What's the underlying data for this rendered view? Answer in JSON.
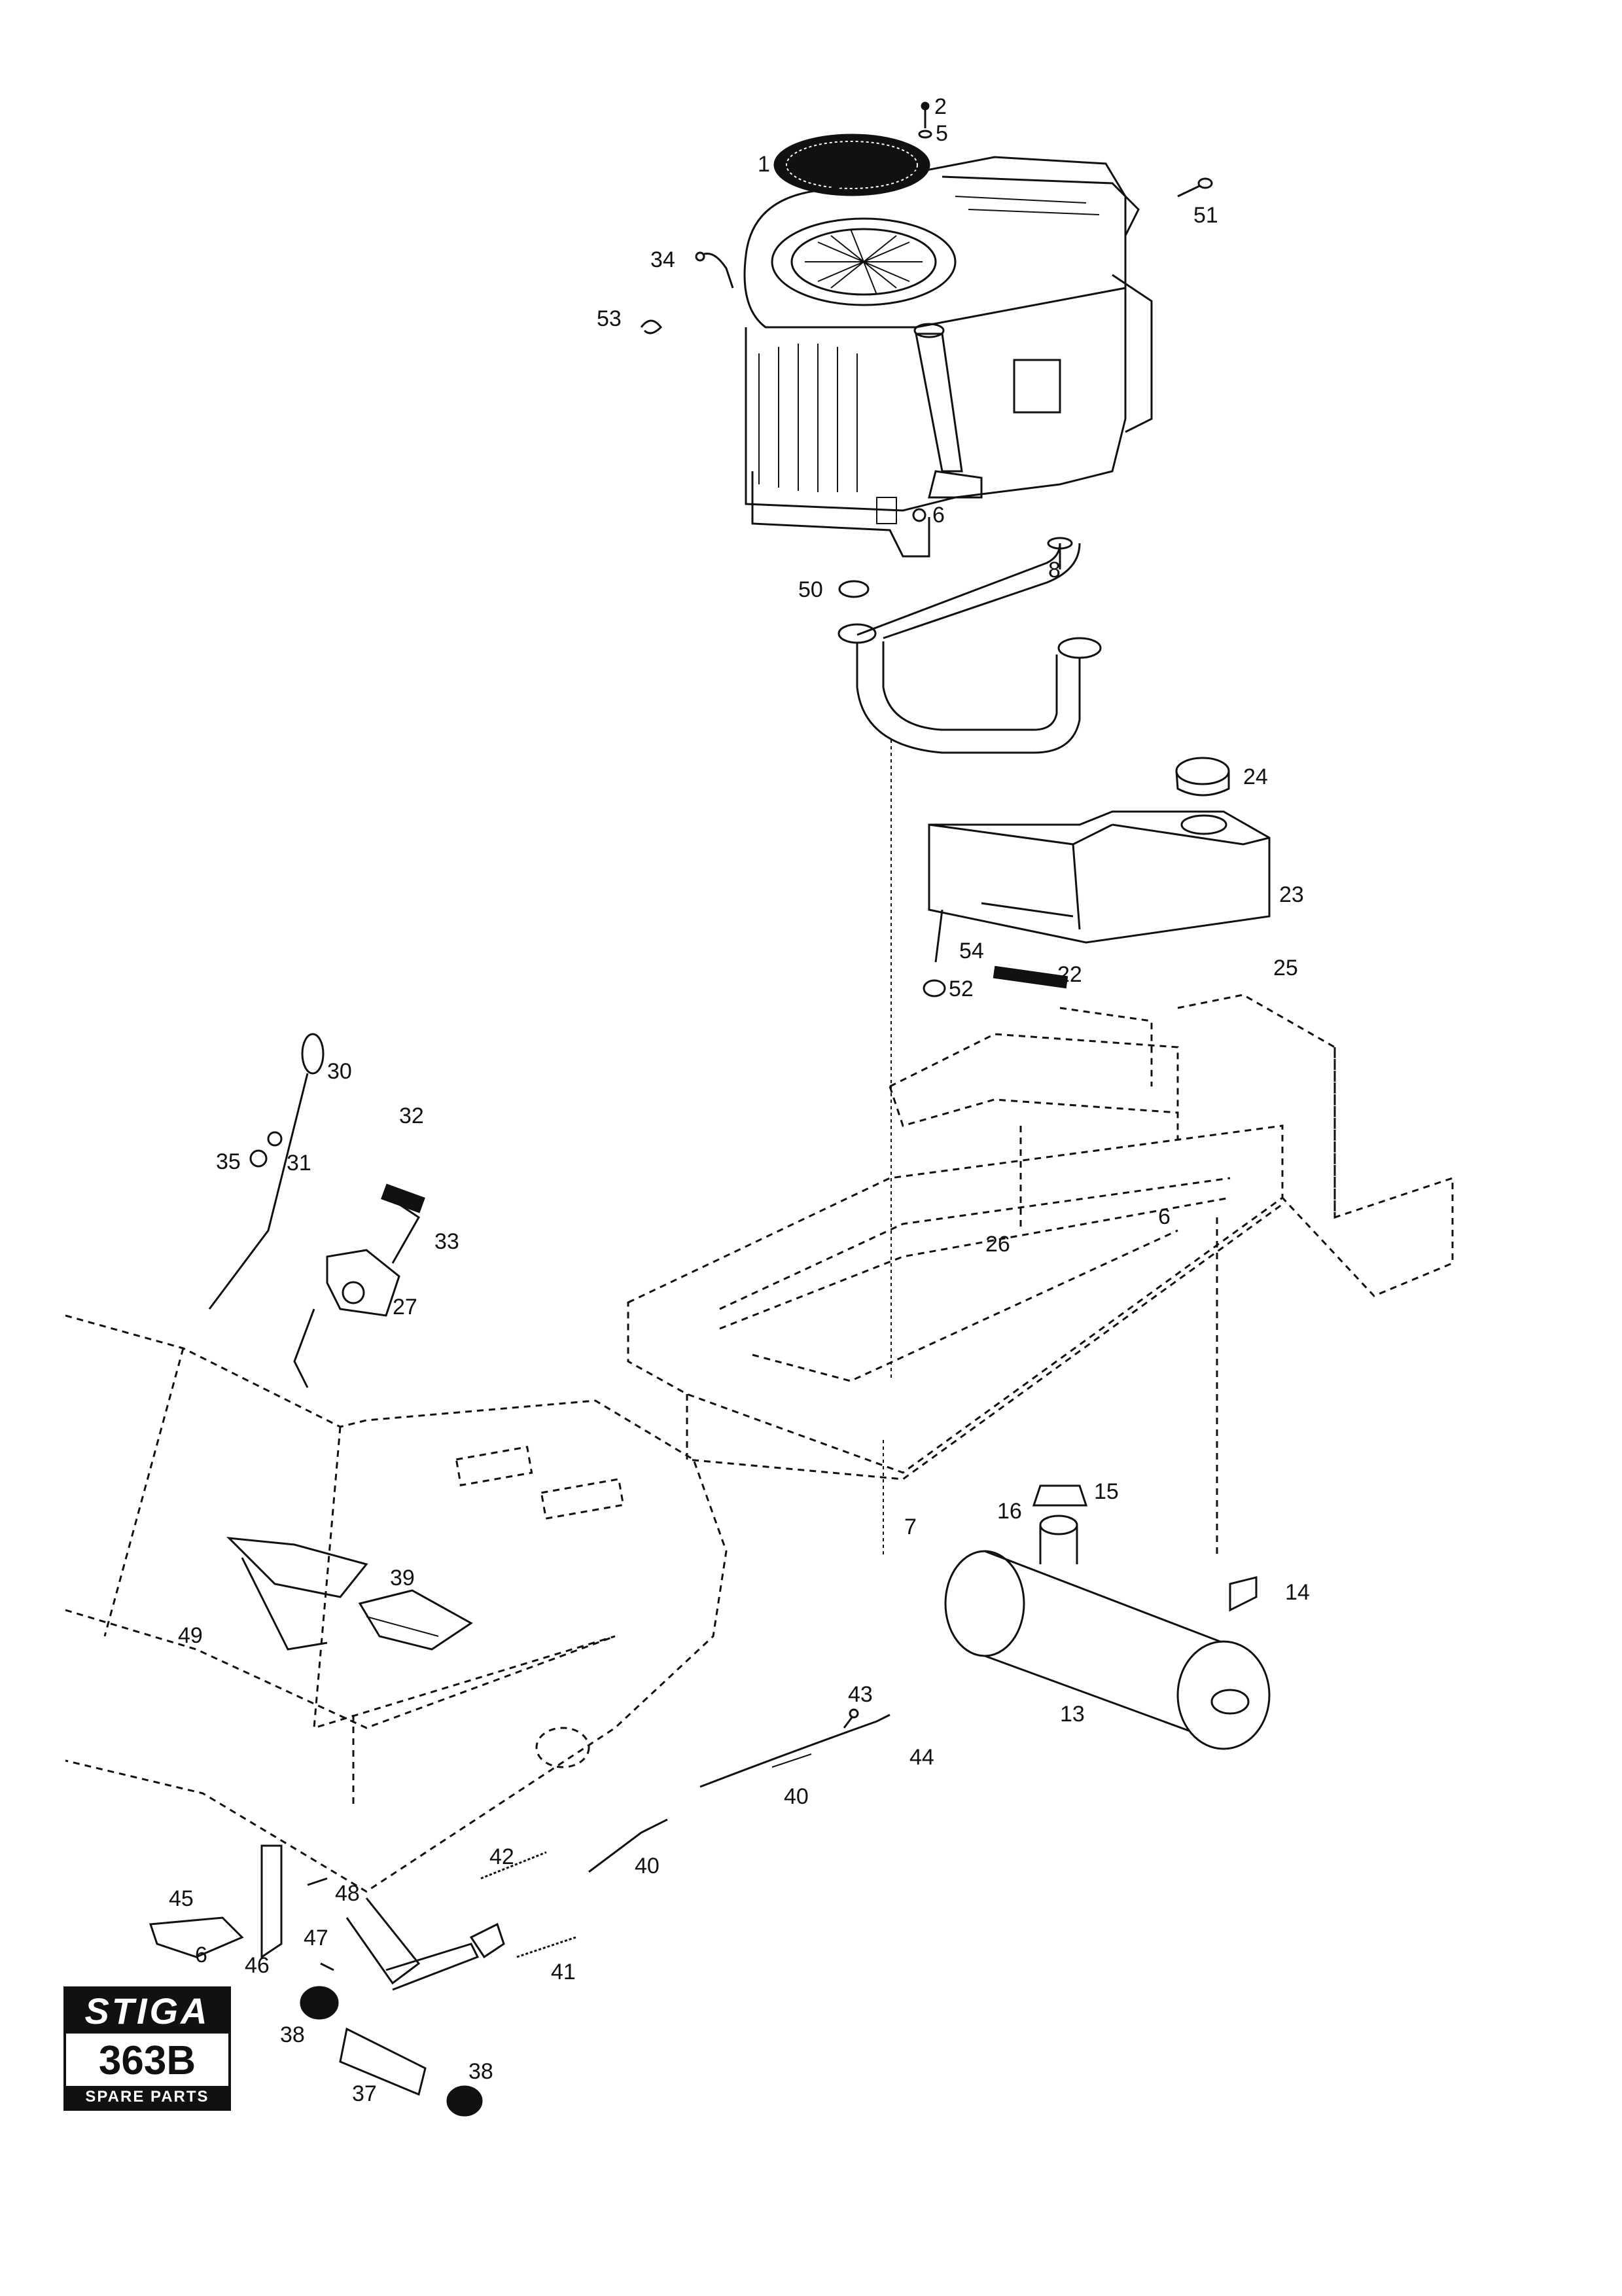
{
  "logo": {
    "brand": "STIGA",
    "model": "363B",
    "subtitle": "SPARE PARTS"
  },
  "callouts": [
    "1",
    "2",
    "5",
    "51",
    "34",
    "53",
    "6",
    "8",
    "50",
    "24",
    "23",
    "54",
    "52",
    "22",
    "25",
    "30",
    "35",
    "31",
    "32",
    "33",
    "27",
    "26",
    "6",
    "7",
    "15",
    "16",
    "14",
    "13",
    "39",
    "49",
    "43",
    "44",
    "40",
    "42",
    "40",
    "45",
    "48",
    "47",
    "46",
    "6",
    "41",
    "38",
    "37",
    "38"
  ]
}
